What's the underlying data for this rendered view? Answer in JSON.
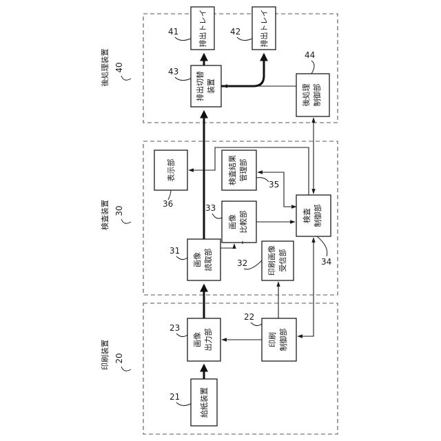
{
  "devices": {
    "printer": {
      "label": "印刷装置",
      "ref": "20"
    },
    "inspector": {
      "label": "検査装置",
      "ref": "30"
    },
    "post": {
      "label": "後処理装置",
      "ref": "40"
    }
  },
  "blocks": {
    "feeder": {
      "lines": [
        "給紙装置"
      ],
      "ref": "21"
    },
    "print_ctrl": {
      "lines": [
        "印刷",
        "制御部"
      ],
      "ref": "22"
    },
    "img_out": {
      "lines": [
        "画像",
        "出力部"
      ],
      "ref": "23"
    },
    "img_read": {
      "lines": [
        "画像",
        "読取部"
      ],
      "ref": "31"
    },
    "print_recv": {
      "lines": [
        "印刷画像",
        "受信部"
      ],
      "ref": "32"
    },
    "img_cmp": {
      "lines": [
        "画像",
        "比較部"
      ],
      "ref": "33"
    },
    "insp_ctrl": {
      "lines": [
        "検査",
        "制御部"
      ],
      "ref": "34"
    },
    "result_mgr": {
      "lines": [
        "検査結果",
        "管理部"
      ],
      "ref": "35"
    },
    "display": {
      "lines": [
        "表示部"
      ],
      "ref": "36"
    },
    "tray1": {
      "lines": [
        "排出トレイ"
      ],
      "ref": "41"
    },
    "tray2": {
      "lines": [
        "排出トレイ"
      ],
      "ref": "42"
    },
    "switcher": {
      "lines": [
        "排出切替",
        "装置"
      ],
      "ref": "43"
    },
    "post_ctrl": {
      "lines": [
        "後処理",
        "制御部"
      ],
      "ref": "44"
    }
  }
}
